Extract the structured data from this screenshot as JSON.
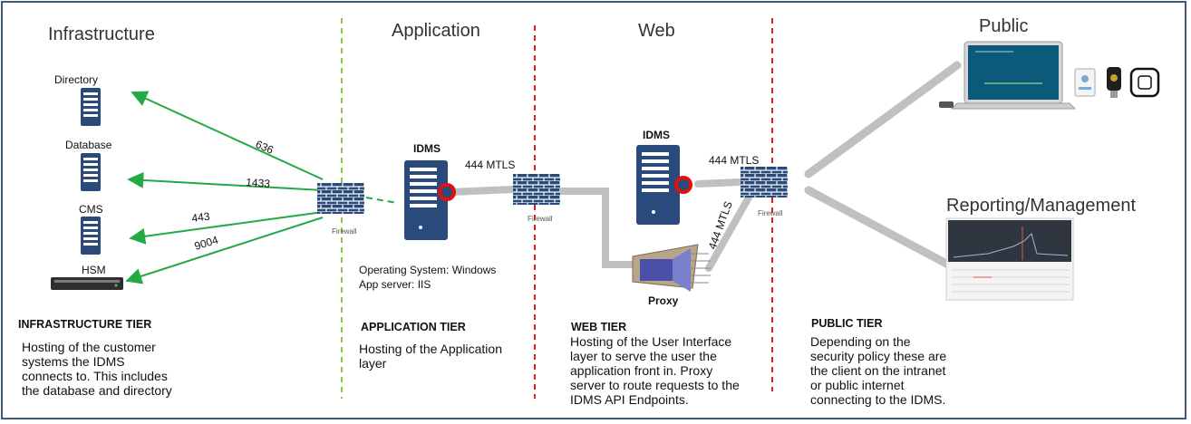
{
  "tiers": {
    "infrastructure": {
      "title": "Infrastructure",
      "heading": "INFRASTRUCTURE TIER",
      "description": [
        "Hosting of the customer",
        "systems the IDMS",
        "connects to. This includes",
        "the database and directory"
      ]
    },
    "application": {
      "title": "Application",
      "heading": "APPLICATION TIER",
      "description": [
        "Hosting of the Application",
        "layer"
      ],
      "details": [
        "Operating System: Windows",
        "App server: IIS"
      ]
    },
    "web": {
      "title": "Web",
      "heading": "WEB TIER",
      "description": [
        "Hosting of the User Interface",
        "layer to serve the user the",
        "application front in. Proxy",
        "server to route requests to the",
        "IDMS API Endpoints."
      ]
    },
    "public": {
      "title": "Public",
      "heading": "PUBLIC TIER",
      "description": [
        "Depending on the",
        "security policy these are",
        "the client on the intranet",
        "or public internet",
        "connecting to the IDMS."
      ]
    },
    "reporting": {
      "title": "Reporting/Management"
    }
  },
  "infrastructure_nodes": {
    "directory": "Directory",
    "database": "Database",
    "cms": "CMS",
    "hsm": "HSM"
  },
  "ports": {
    "directory": "636",
    "database": "1433",
    "cms": "443",
    "hsm": "9004",
    "app_to_web": "444 MTLS",
    "web_to_public": "444 MTLS",
    "proxy_to_public": "444 MTLS"
  },
  "components": {
    "idms_app": "IDMS",
    "idms_web": "IDMS",
    "proxy": "Proxy",
    "firewall_caption": "Firewall"
  },
  "colors": {
    "frame": "#3d5a7a",
    "server": "#2b4a7c",
    "connector_green": "#22aa44",
    "divider_green": "#8cc63f",
    "divider_red": "#e02020",
    "pipe_gray": "#c0c0c0",
    "firewall_blue": "#2b4a7c",
    "endpoint_red": "#e01010"
  }
}
